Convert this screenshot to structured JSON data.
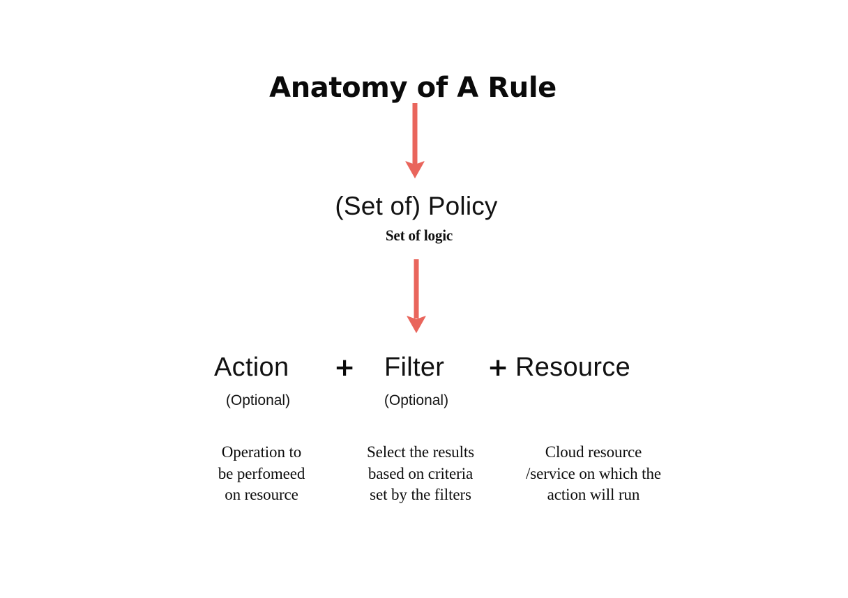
{
  "page": {
    "title": "Anatomy of A Rule",
    "background_color": "#ffffff",
    "text_color": "#0b0b0b",
    "arrow_color": "#e9655c"
  },
  "policy": {
    "heading": "(Set of) Policy",
    "subtitle": "Set of logic"
  },
  "operators": {
    "plus_1": "+",
    "plus_2": "+"
  },
  "components": [
    {
      "term": "Action",
      "optional_label": "(Optional)",
      "description_lines": [
        "Operation to",
        "be perfomeed",
        "on resource"
      ]
    },
    {
      "term": "Filter",
      "optional_label": "(Optional)",
      "description_lines": [
        "Select the results",
        "based on criteria",
        "set by the filters"
      ]
    },
    {
      "term": "Resource",
      "optional_label": "",
      "description_lines": [
        "Cloud resource",
        "/service on which the",
        "action will run"
      ]
    }
  ],
  "arrows": [
    {
      "name": "title-to-policy",
      "from": "Anatomy of A Rule",
      "to": "(Set of) Policy",
      "direction": "down"
    },
    {
      "name": "policy-to-parts",
      "from": "(Set of) Policy",
      "to": "Action + Filter + Resource",
      "direction": "down"
    }
  ]
}
